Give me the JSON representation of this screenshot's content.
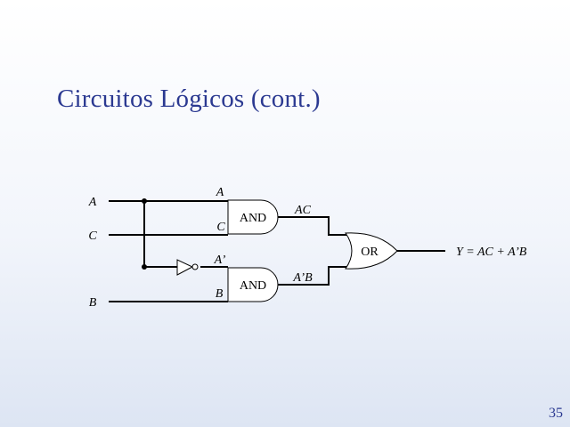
{
  "slide": {
    "title": "Circuitos Lógicos (cont.)",
    "page_number": "35"
  },
  "circuit": {
    "inputs": {
      "a": "A",
      "c": "C",
      "b": "B"
    },
    "and_top": {
      "label": "AND",
      "in1": "A",
      "in2": "C",
      "out": "AC"
    },
    "not_gate": {
      "out": "A’"
    },
    "and_bottom": {
      "label": "AND",
      "in1": "A’",
      "in2": "B",
      "out": "A’B"
    },
    "or_gate": {
      "label": "OR"
    },
    "output_expression": "Y = AC + A’B"
  }
}
